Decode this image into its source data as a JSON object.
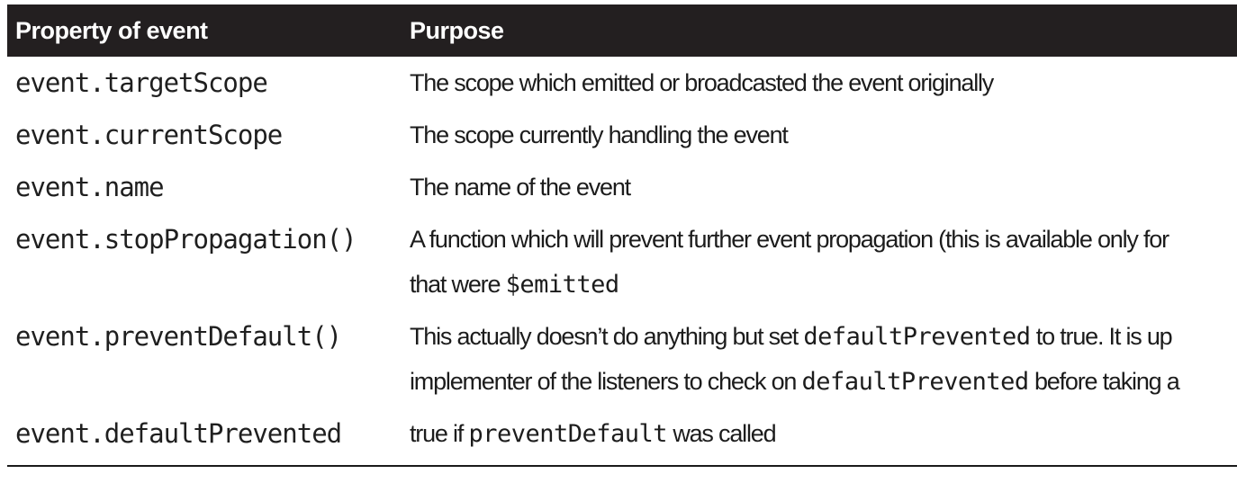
{
  "table": {
    "columns": [
      {
        "label": "Property of event"
      },
      {
        "label": "Purpose"
      }
    ],
    "rows": [
      {
        "property": "event.targetScope",
        "purpose": [
          [
            {
              "t": "The scope which emitted or broadcasted the event originally"
            }
          ]
        ]
      },
      {
        "property": "event.currentScope",
        "purpose": [
          [
            {
              "t": "The scope currently handling the event"
            }
          ]
        ]
      },
      {
        "property": "event.name",
        "purpose": [
          [
            {
              "t": "The name of the event"
            }
          ]
        ]
      },
      {
        "property": "event.stopPropagation()",
        "purpose": [
          [
            {
              "t": "A function which will prevent further event propagation (this is available only for"
            }
          ],
          [
            {
              "t": "that were "
            },
            {
              "t": "$emitted",
              "code": true
            }
          ]
        ]
      },
      {
        "property": "event.preventDefault()",
        "purpose": [
          [
            {
              "t": "This actually doesn’t do anything but set "
            },
            {
              "t": "defaultPrevented",
              "code": true
            },
            {
              "t": " to true. It is up"
            }
          ],
          [
            {
              "t": "implementer of the listeners to check on "
            },
            {
              "t": "defaultPrevented",
              "code": true
            },
            {
              "t": " before taking a"
            }
          ]
        ]
      },
      {
        "property": "event.defaultPrevented",
        "purpose": [
          [
            {
              "t": "true if "
            },
            {
              "t": "preventDefault",
              "code": true
            },
            {
              "t": " was called"
            }
          ]
        ]
      }
    ],
    "colors": {
      "header_bg": "#231f20",
      "header_text": "#ffffff",
      "body_text": "#1c1c1c",
      "rule": "#1a1a1a"
    }
  }
}
